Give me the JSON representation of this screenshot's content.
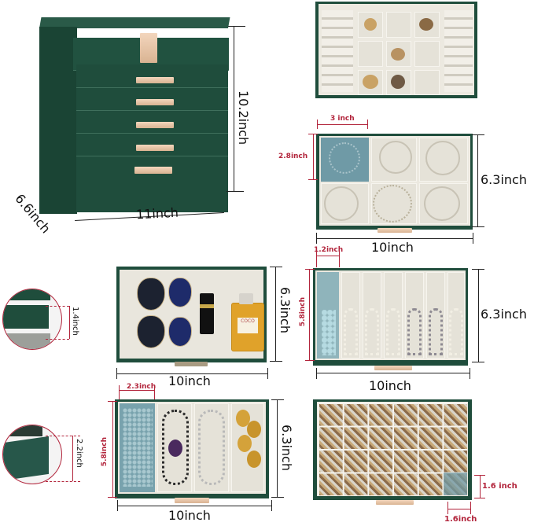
{
  "main_box": {
    "height_label": "10.2inch",
    "width_label": "11inch",
    "depth_label": "6.6inch",
    "drawer_count": 5,
    "color": "#1f4d3c",
    "handle_color": "#e8c3a4"
  },
  "trays": [
    {
      "id": "top-ring-tray",
      "description": "ring rolls and 9 compartments"
    },
    {
      "id": "bangle-tray",
      "cell_width": "3 inch",
      "cell_height": "2.8inch",
      "tray_depth": "6.3inch",
      "tray_width": "10inch"
    },
    {
      "id": "open-drawer",
      "tray_depth": "6.3inch",
      "tray_width": "10inch",
      "items": [
        "sunglasses",
        "lipstick",
        "perfume"
      ],
      "perfume_label": "COCO"
    },
    {
      "id": "necklace-tray",
      "slot_width": "1.2inch",
      "slot_length": "5.8inch",
      "tray_depth": "6.3inch",
      "tray_width": "10inch"
    },
    {
      "id": "deep-drawer",
      "slot_width": "2.3inch",
      "slot_length": "5.8inch",
      "tray_depth": "6.3inch",
      "tray_width": "10inch"
    },
    {
      "id": "grid-tray",
      "cell_height": "1.6 inch",
      "cell_width": "1.6inch"
    }
  ],
  "drawer_heights": {
    "shallow": "1.4inch",
    "deep": "2.2inch"
  },
  "colors": {
    "accent_red": "#b2243b",
    "velvet_blue": "#6f9aa6",
    "lining": "#ece9e0"
  }
}
